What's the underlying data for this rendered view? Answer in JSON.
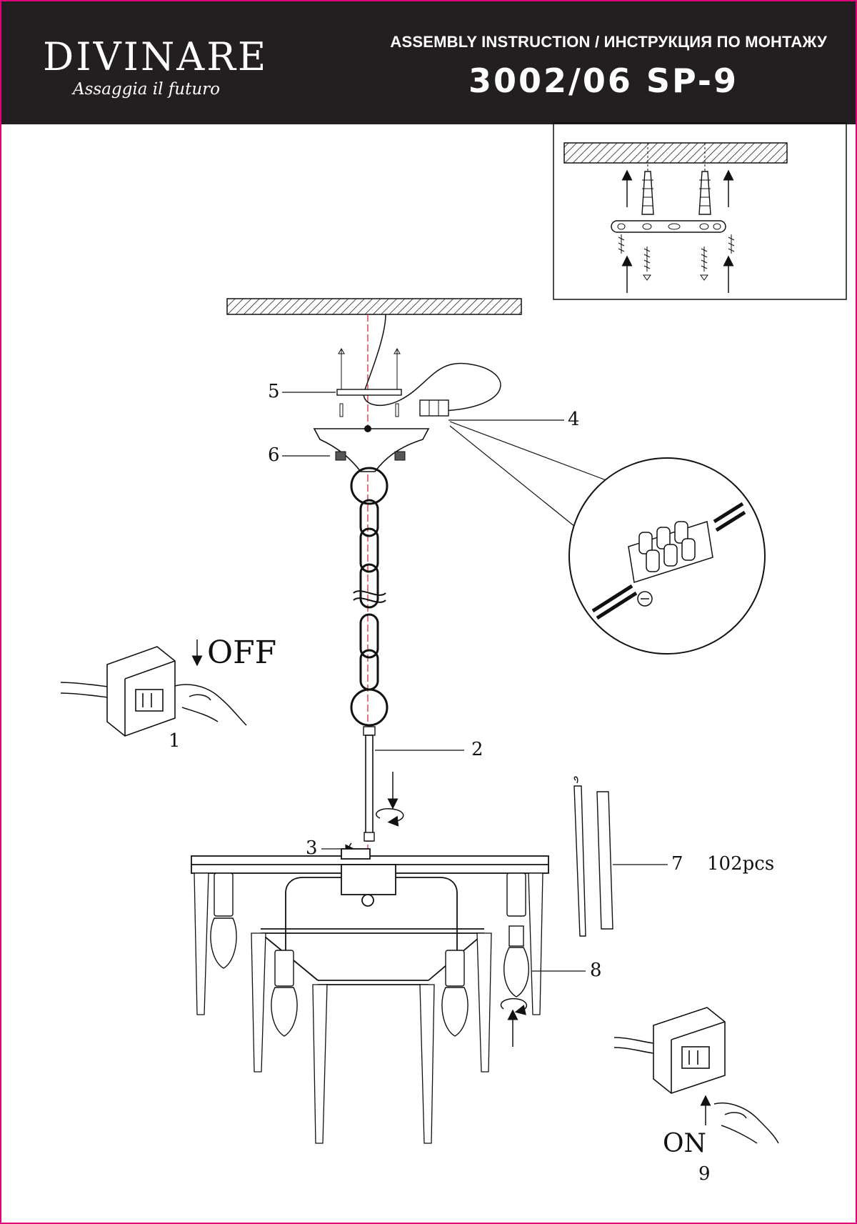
{
  "header": {
    "brand": "DIVINARE",
    "tagline": "Assaggia il futuro",
    "title": "ASSEMBLY INSTRUCTION / ИНСТРУКЦИЯ ПО МОНТАЖУ",
    "model": "3002/06 SP-9"
  },
  "labels": {
    "step1": "1",
    "step2": "2",
    "step3": "3",
    "step4": "4",
    "step5": "5",
    "step6": "6",
    "step7": "7",
    "step8": "8",
    "step9": "9",
    "crystal_count": "102pcs",
    "off": "OFF",
    "on": "ON"
  },
  "colors": {
    "frame": "#e0007a",
    "header_bg": "#231f20",
    "guide_line": "#d0202a"
  }
}
